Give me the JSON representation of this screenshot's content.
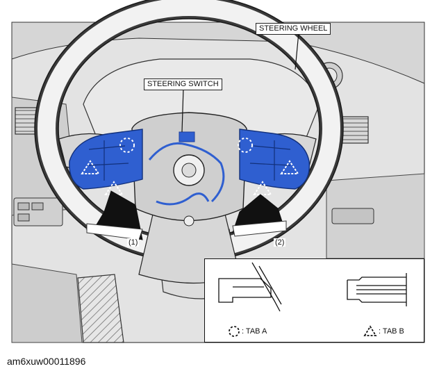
{
  "labels": {
    "steering_wheel": "STEERING WHEEL",
    "steering_switch": "STEERING SWITCH",
    "arrow_1": "(1)",
    "arrow_2": "(2)"
  },
  "legend": {
    "tab_a": ": TAB A",
    "tab_b": ": TAB B"
  },
  "figure_code": "am6xuw00011896",
  "colors": {
    "switch_blue": "#2f5fd0",
    "switch_blue_dark": "#1d3f9e",
    "line_art": "#1a1a1a",
    "background_gray": "#e3e3e3"
  }
}
